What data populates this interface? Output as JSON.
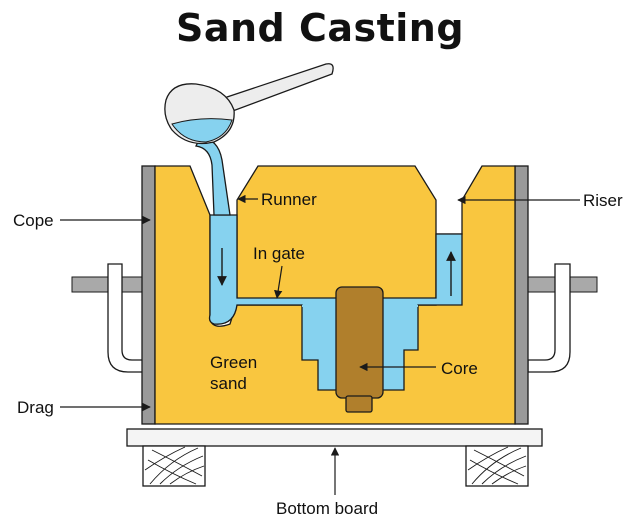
{
  "title": "Sand Casting",
  "labels": {
    "runner": "Runner",
    "riser": "Riser",
    "cope": "Cope",
    "in_gate": "In gate",
    "green_sand_line1": "Green",
    "green_sand_line2": "sand",
    "core": "Core",
    "drag": "Drag",
    "bottom_board": "Bottom board"
  },
  "colors": {
    "sand": "#F9C63F",
    "metal": "#86D2EF",
    "core": "#B07F2C",
    "flask_wall": "#9A9A9A",
    "handle": "#A9A9A9",
    "ladle": "#EDEDED",
    "board": "#F4F4F4",
    "outline": "#1A1A1A"
  }
}
